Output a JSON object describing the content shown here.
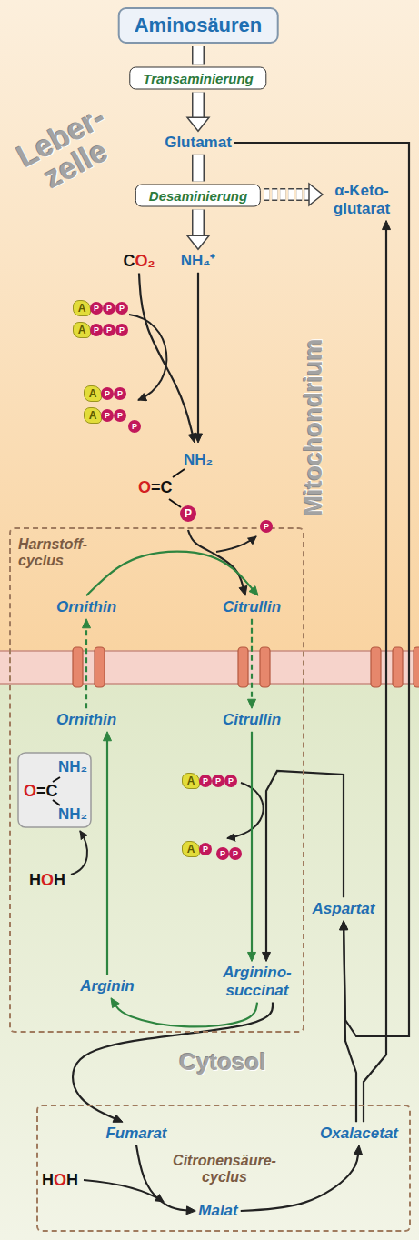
{
  "diagram": {
    "nodes": [
      {
        "text": [
          "Aminosäuren"
        ]
      },
      {
        "text": [
          "Transaminierung"
        ]
      },
      {
        "text": [
          "Glutamat"
        ]
      },
      {
        "text": [
          "Desaminierung"
        ]
      },
      {
        "text": [
          "α-Keto- glutarat"
        ]
      },
      {
        "text": [
          "CO₂"
        ]
      },
      {
        "text": [
          "NH₄⁺"
        ]
      },
      {
        "text": [
          "NH₂",
          "O=C",
          "P"
        ]
      },
      {
        "text": [
          "Harnstoff- cyclus"
        ]
      },
      {
        "text": [
          "Ornithin"
        ],
        "in": 8
      },
      {
        "text": [
          "Citrullin"
        ],
        "in": 8
      },
      {
        "text": [
          "Ornithin"
        ],
        "in": 8
      },
      {
        "text": [
          "Citrullin"
        ],
        "in": 8
      },
      {
        "text": [
          "Arginino- succinat"
        ],
        "in": 8
      },
      {
        "text": [
          "Arginin"
        ],
        "in": 8
      },
      {
        "text": [
          "NH₂",
          "O=C",
          "NH₂"
        ],
        "in": 8
      },
      {
        "text": [
          "Aspartat"
        ]
      },
      {
        "text": [
          "Citronensäure- cyclus"
        ]
      },
      {
        "text": [
          "Fumarat"
        ],
        "in": 17
      },
      {
        "text": [
          "Malat"
        ],
        "in": 17
      },
      {
        "text": [
          "Oxalacetat"
        ],
        "in": 17
      }
    ],
    "edges": [
      {
        "from": 0,
        "to": 1,
        "arrow": "none"
      },
      {
        "from": 1,
        "to": 2,
        "arrow": "to"
      },
      {
        "from": 2,
        "to": 3,
        "arrow": "none"
      },
      {
        "from": 3,
        "to": 6,
        "arrow": "to"
      },
      {
        "from": 3,
        "to": 4,
        "arrow": "to"
      },
      {
        "from": 5,
        "to": 7,
        "arrow": "to"
      },
      {
        "from": 6,
        "to": 7,
        "arrow": "to"
      },
      {
        "from": 7,
        "to": 10,
        "arrow": "to"
      },
      {
        "from": 9,
        "to": 10,
        "arrow": "to"
      },
      {
        "from": 10,
        "to": 12,
        "arrow": "to"
      },
      {
        "from": 12,
        "to": 13,
        "arrow": "to"
      },
      {
        "from": 13,
        "to": 14,
        "arrow": "to"
      },
      {
        "from": 14,
        "to": 11,
        "arrow": "to"
      },
      {
        "from": 11,
        "to": 9,
        "arrow": "to"
      },
      {
        "from": 16,
        "to": 13,
        "arrow": "to"
      },
      {
        "from": 2,
        "to": 16,
        "arrow": "to"
      },
      {
        "from": 20,
        "to": 16,
        "arrow": "to"
      },
      {
        "from": 20,
        "to": 4,
        "arrow": "to"
      },
      {
        "from": 13,
        "to": 18,
        "arrow": "to"
      },
      {
        "from": 18,
        "to": 19,
        "arrow": "to"
      },
      {
        "from": 19,
        "to": 20,
        "arrow": "to"
      }
    ],
    "labels": [
      "Leber- zelle",
      "Mitochondrium",
      "Cytosol",
      "A",
      "P",
      "P",
      "P",
      "A",
      "P",
      "P",
      "P",
      "A",
      "P",
      "P",
      "A",
      "P",
      "P",
      "P",
      "P",
      "A",
      "P",
      "P",
      "P",
      "A",
      "P",
      "P",
      "P",
      "HOH",
      "HOH"
    ]
  }
}
